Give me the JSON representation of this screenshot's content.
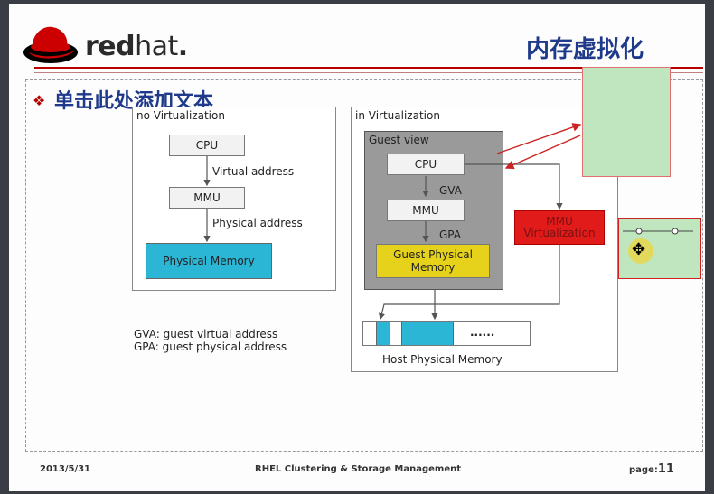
{
  "logo": {
    "text_bold": "red",
    "text_light": "hat",
    "suffix": "."
  },
  "title": "内存虚拟化",
  "placeholder": "单击此处添加文本",
  "left_diagram": {
    "title": "no Virtualization",
    "cpu": "CPU",
    "virtual_address": "Virtual address",
    "mmu": "MMU",
    "physical_address": "Physical address",
    "physical_memory": "Physical Memory"
  },
  "right_diagram": {
    "title": "in Virtualization",
    "guest_view": "Guest view",
    "cpu": "CPU",
    "gva": "GVA",
    "mmu": "MMU",
    "gpa": "GPA",
    "guest_physical_memory": "Guest Physical Memory",
    "mmu_virtualization": "MMU Virtualization",
    "host_memory_dots": "......",
    "host_physical_memory": "Host Physical Memory"
  },
  "legend": {
    "gva": "GVA: guest virtual address",
    "gpa": "GPA: guest physical address"
  },
  "footer": {
    "date": "2013/5/31",
    "center": "RHEL Clustering & Storage Management",
    "page_label": "page:",
    "page_number": "11"
  },
  "colors": {
    "title": "#1f3a8a",
    "physical_memory": "#2cb6d6",
    "guest_physical_memory": "#e6d21a",
    "mmu_virtualization": "#e11a1a",
    "note": "#bfe6bf"
  }
}
